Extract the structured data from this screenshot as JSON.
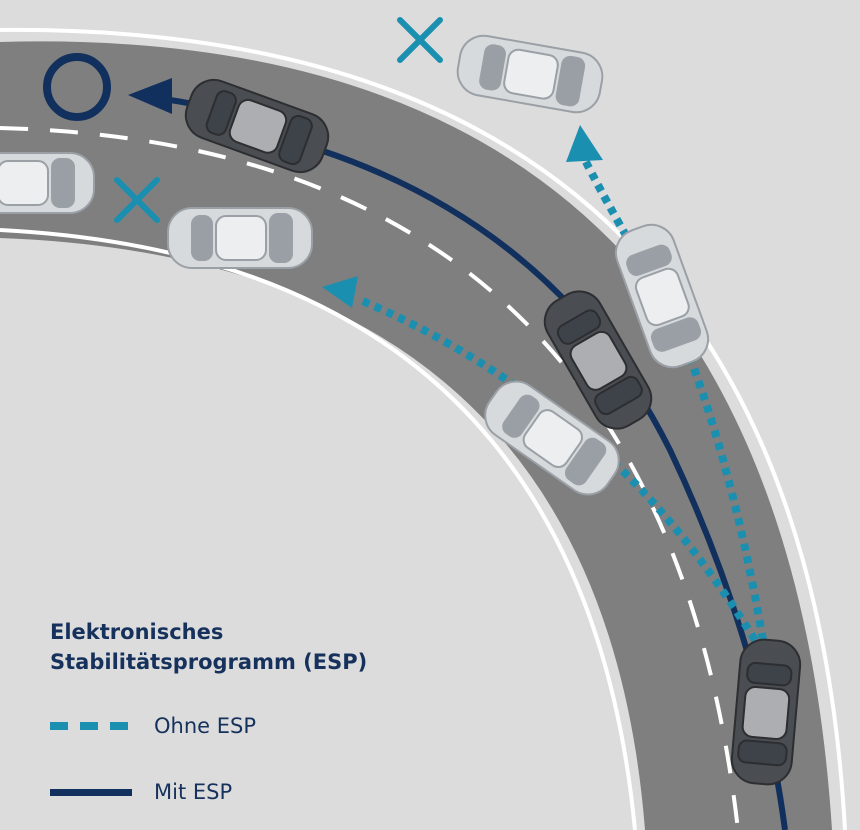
{
  "legend": {
    "title_line1": "Elektronisches",
    "title_line2": "Stabilitätsprogramm (ESP)",
    "items": [
      {
        "label": "Ohne ESP",
        "style": "dashed",
        "color": "#1b8fb0"
      },
      {
        "label": "Mit ESP",
        "style": "solid",
        "color": "#12305e"
      }
    ]
  },
  "colors": {
    "background": "#dcdcdc",
    "road": "#7f7f7f",
    "lane_marking": "#ffffff",
    "with_esp": "#12305e",
    "without_esp": "#1b8fb0",
    "car_dark": "#4a4d52",
    "car_light": "#d6dadd"
  },
  "markers": [
    {
      "name": "success-circle-icon",
      "meaning": "with ESP stays on road"
    },
    {
      "name": "fail-cross-icon",
      "meaning": "without ESP leaves lane"
    }
  ]
}
